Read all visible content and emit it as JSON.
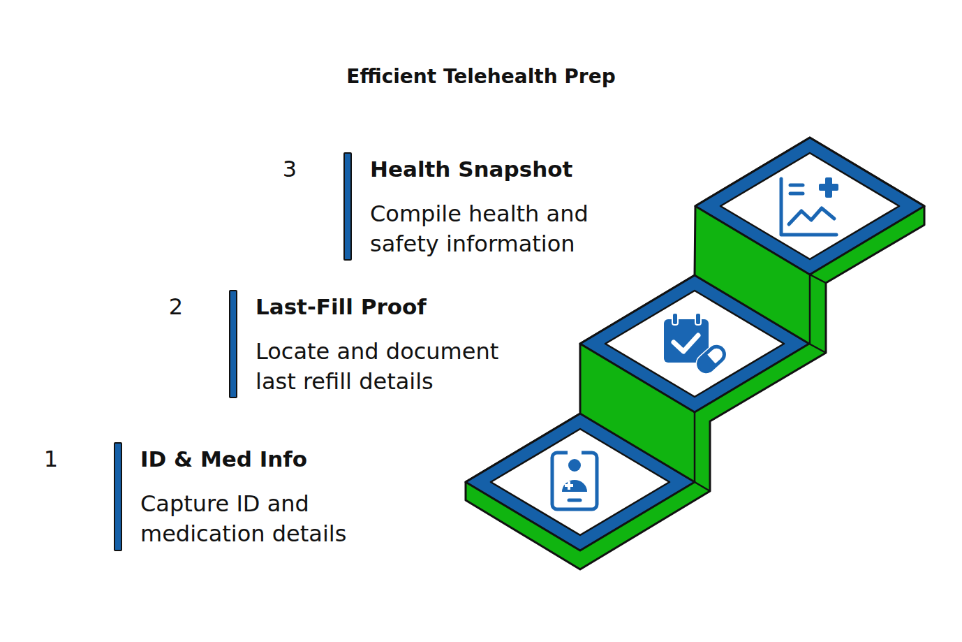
{
  "diagram": {
    "title": "Efficient Telehealth Prep",
    "nodes": [
      {
        "text": [
          "3",
          "Health Snapshot",
          "Compile health and safety information"
        ]
      },
      {
        "text": [
          "2",
          "Last-Fill Proof",
          "Locate and document last refill details"
        ]
      },
      {
        "text": [
          "1",
          "ID & Med Info",
          "Capture ID and medication details"
        ]
      }
    ]
  }
}
